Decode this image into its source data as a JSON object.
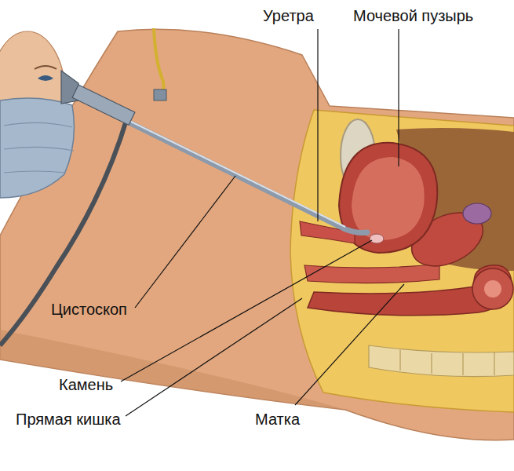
{
  "diagram": {
    "labels": [
      "Уретра",
      "Мочевой пузырь",
      "Цистоскоп",
      "Камень",
      "Прямая кишка",
      "Матка"
    ]
  }
}
